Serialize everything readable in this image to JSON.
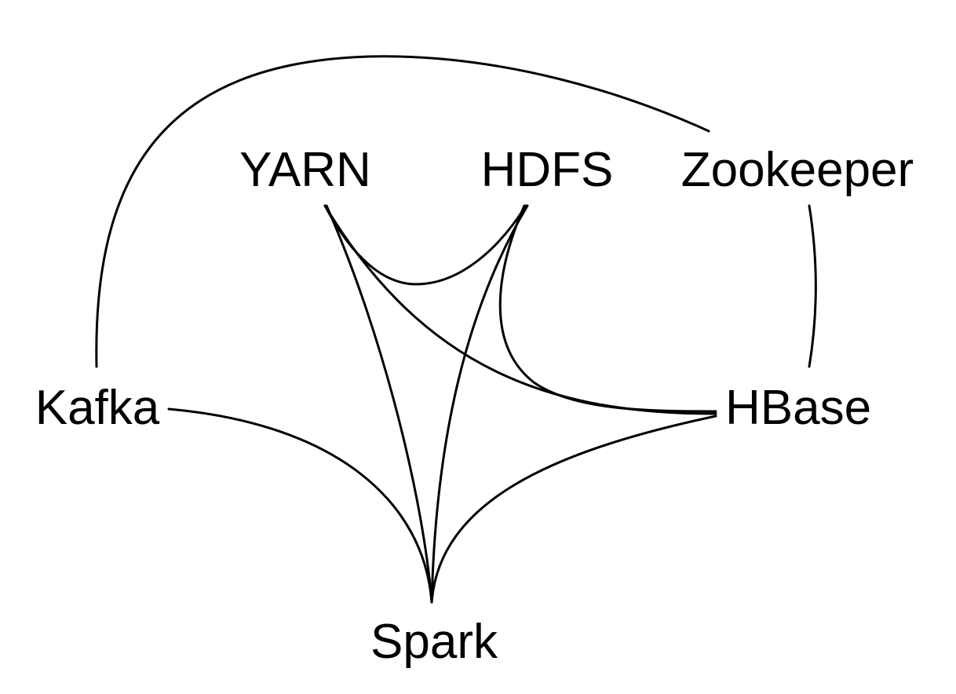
{
  "nodes": [
    {
      "id": "yarn",
      "label": "YARN"
    },
    {
      "id": "hdfs",
      "label": "HDFS"
    },
    {
      "id": "zookeeper",
      "label": "Zookeeper"
    },
    {
      "id": "kafka",
      "label": "Kafka"
    },
    {
      "id": "hbase",
      "label": "HBase"
    },
    {
      "id": "spark",
      "label": "Spark"
    }
  ],
  "edges": [
    {
      "from": "kafka",
      "to": "zookeeper"
    },
    {
      "from": "zookeeper",
      "to": "hbase"
    },
    {
      "from": "yarn",
      "to": "hdfs"
    },
    {
      "from": "yarn",
      "to": "hbase"
    },
    {
      "from": "yarn",
      "to": "spark"
    },
    {
      "from": "hdfs",
      "to": "hbase"
    },
    {
      "from": "hdfs",
      "to": "spark"
    },
    {
      "from": "kafka",
      "to": "spark"
    },
    {
      "from": "hbase",
      "to": "spark"
    }
  ],
  "colors": {
    "stroke": "#000000",
    "background": "#ffffff"
  }
}
